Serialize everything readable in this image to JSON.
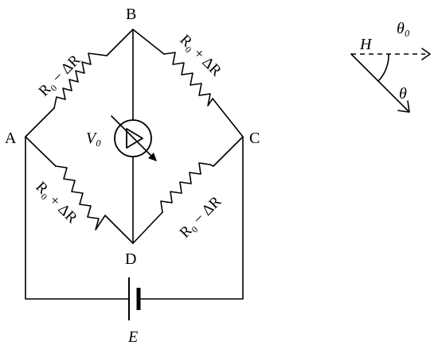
{
  "nodes": {
    "a": "A",
    "b": "B",
    "c": "C",
    "d": "D"
  },
  "resistors": {
    "ab": "R₀ − ΔR",
    "bc": "R₀ + ΔR",
    "ad": "R₀ + ΔR",
    "dc": "R₀ − ΔR"
  },
  "meter_label": "V₀",
  "battery_label": "E",
  "angle": {
    "h": "H",
    "theta0": "θ₀",
    "theta": "θ"
  }
}
